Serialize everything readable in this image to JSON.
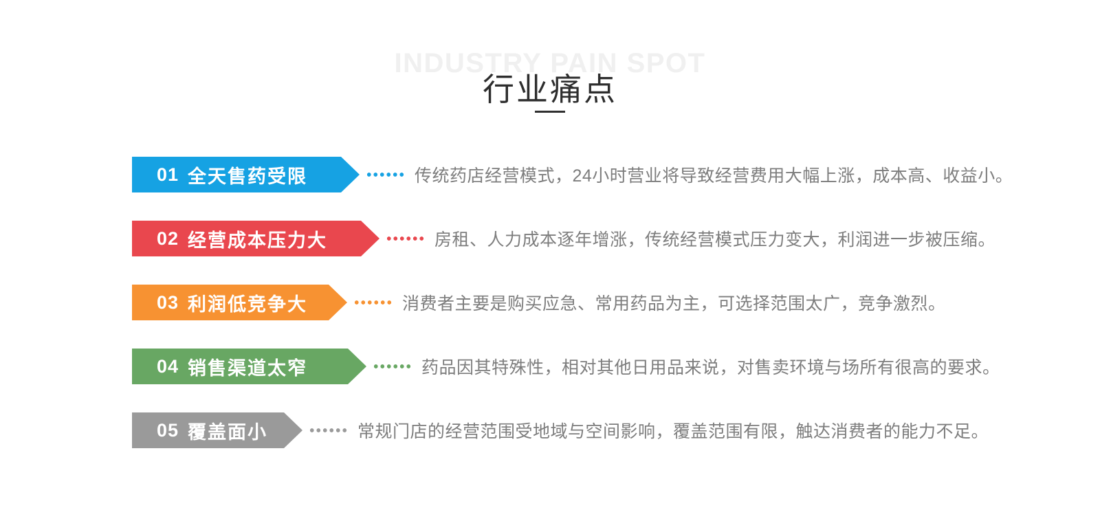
{
  "header": {
    "watermark": "INDUSTRY PAIN SPOT",
    "title": "行业痛点"
  },
  "items": [
    {
      "number": "01",
      "label": "全天售药受限",
      "color": "#16a2e3",
      "desc": "传统药店经营模式，24小时营业将导致经营费用大幅上涨，成本高、收益小。"
    },
    {
      "number": "02",
      "label": "经营成本压力大",
      "color": "#e9474e",
      "desc": "房租、人力成本逐年增涨，传统经营模式压力变大，利润进一步被压缩。"
    },
    {
      "number": "03",
      "label": "利润低竞争大",
      "color": "#f79232",
      "desc": "消费者主要是购买应急、常用药品为主，可选择范围太广，竞争激烈。"
    },
    {
      "number": "04",
      "label": "销售渠道太窄",
      "color": "#68a763",
      "desc": "药品因其特殊性，相对其他日用品来说，对售卖环境与场所有很高的要求。"
    },
    {
      "number": "05",
      "label": "覆盖面小",
      "color": "#9a9a9a",
      "desc": "常规门店的经营范围受地域与空间影响，覆盖范围有限，触达消费者的能力不足。"
    }
  ]
}
